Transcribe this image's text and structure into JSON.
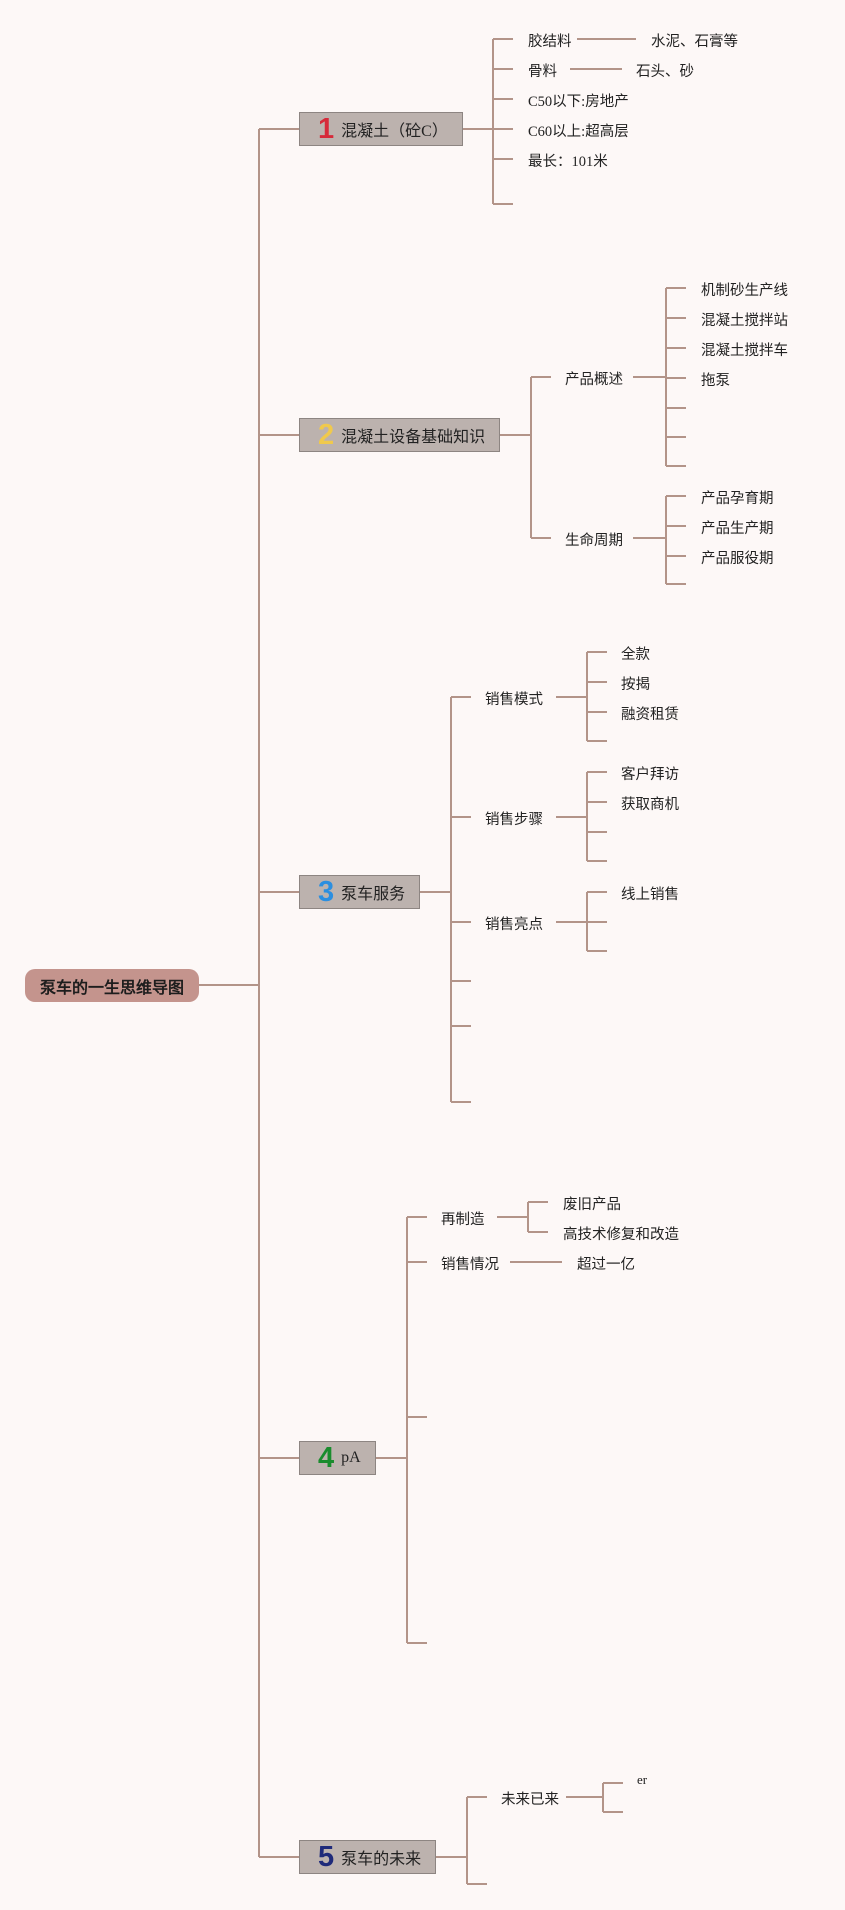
{
  "root": {
    "label": "泵车的一生思维导图"
  },
  "topics": [
    {
      "label": "混凝土（砼C）",
      "number": "1",
      "color": "#d62a3a",
      "children": [
        {
          "label": "胶结料",
          "child": "水泥、石膏等"
        },
        {
          "label": "骨料",
          "child": "石头、砂"
        },
        {
          "label": "C50以下:房地产"
        },
        {
          "label": "C60以上:超高层"
        },
        {
          "label": "最长：101米"
        }
      ]
    },
    {
      "label": "混凝土设备基础知识",
      "number": "2",
      "color": "#f0c94c",
      "children": [
        {
          "label": "产品概述",
          "items": [
            "机制砂生产线",
            "混凝土搅拌站",
            "混凝土搅拌车",
            "拖泵"
          ]
        },
        {
          "label": "生命周期",
          "items": [
            "产品孕育期",
            "产品生产期",
            "产品服役期"
          ]
        }
      ]
    },
    {
      "label": "泵车服务",
      "number": "3",
      "color": "#2c8fe0",
      "children": [
        {
          "label": "销售模式",
          "items": [
            "全款",
            "按揭",
            "融资租赁"
          ]
        },
        {
          "label": "销售步骤",
          "items": [
            "客户拜访",
            "获取商机"
          ]
        },
        {
          "label": "销售亮点",
          "items": [
            "线上销售"
          ]
        }
      ]
    },
    {
      "label": "pA",
      "number": "4",
      "color": "#1a8c2e",
      "children": [
        {
          "label": "再制造",
          "items": [
            "废旧产品",
            "高技术修复和改造"
          ]
        },
        {
          "label": "销售情况",
          "child": "超过一亿"
        }
      ]
    },
    {
      "label": "泵车的未来",
      "number": "5",
      "color": "#1f2a7a",
      "children": [
        {
          "label": "未来已来",
          "items": [
            "er"
          ]
        }
      ]
    }
  ]
}
